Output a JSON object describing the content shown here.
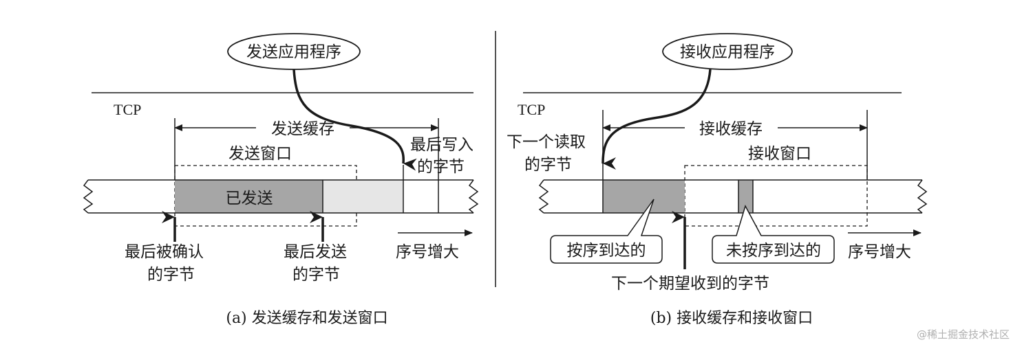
{
  "colors": {
    "line": "#1a1a1a",
    "sent_fill": "#a6a6a6",
    "unsent_fill": "#e6e6e6",
    "received_fill": "#a6a6a6",
    "watermark": "#b0b0b0"
  },
  "left": {
    "app_label": "发送应用程序",
    "tcp_label": "TCP",
    "buffer_label": "发送缓存",
    "window_label": "发送窗口",
    "sent_label": "已发送",
    "last_written_line1": "最后写入",
    "last_written_line2": "的字节",
    "last_acked_line1": "最后被确认",
    "last_acked_line2": "的字节",
    "last_sent_line1": "最后发送",
    "last_sent_line2": "的字节",
    "seq_increase": "序号增大",
    "caption": "(a) 发送缓存和发送窗口"
  },
  "right": {
    "app_label": "接收应用程序",
    "tcp_label": "TCP",
    "buffer_label": "接收缓存",
    "window_label": "接收窗口",
    "next_read_line1": "下一个读取",
    "next_read_line2": "的字节",
    "in_order_label": "按序到达的",
    "out_of_order_label": "未按序到达的",
    "next_expected": "下一个期望收到的字节",
    "seq_increase": "序号增大",
    "caption": "(b) 接收缓存和接收窗口"
  },
  "watermark": "@稀土掘金技术社区"
}
